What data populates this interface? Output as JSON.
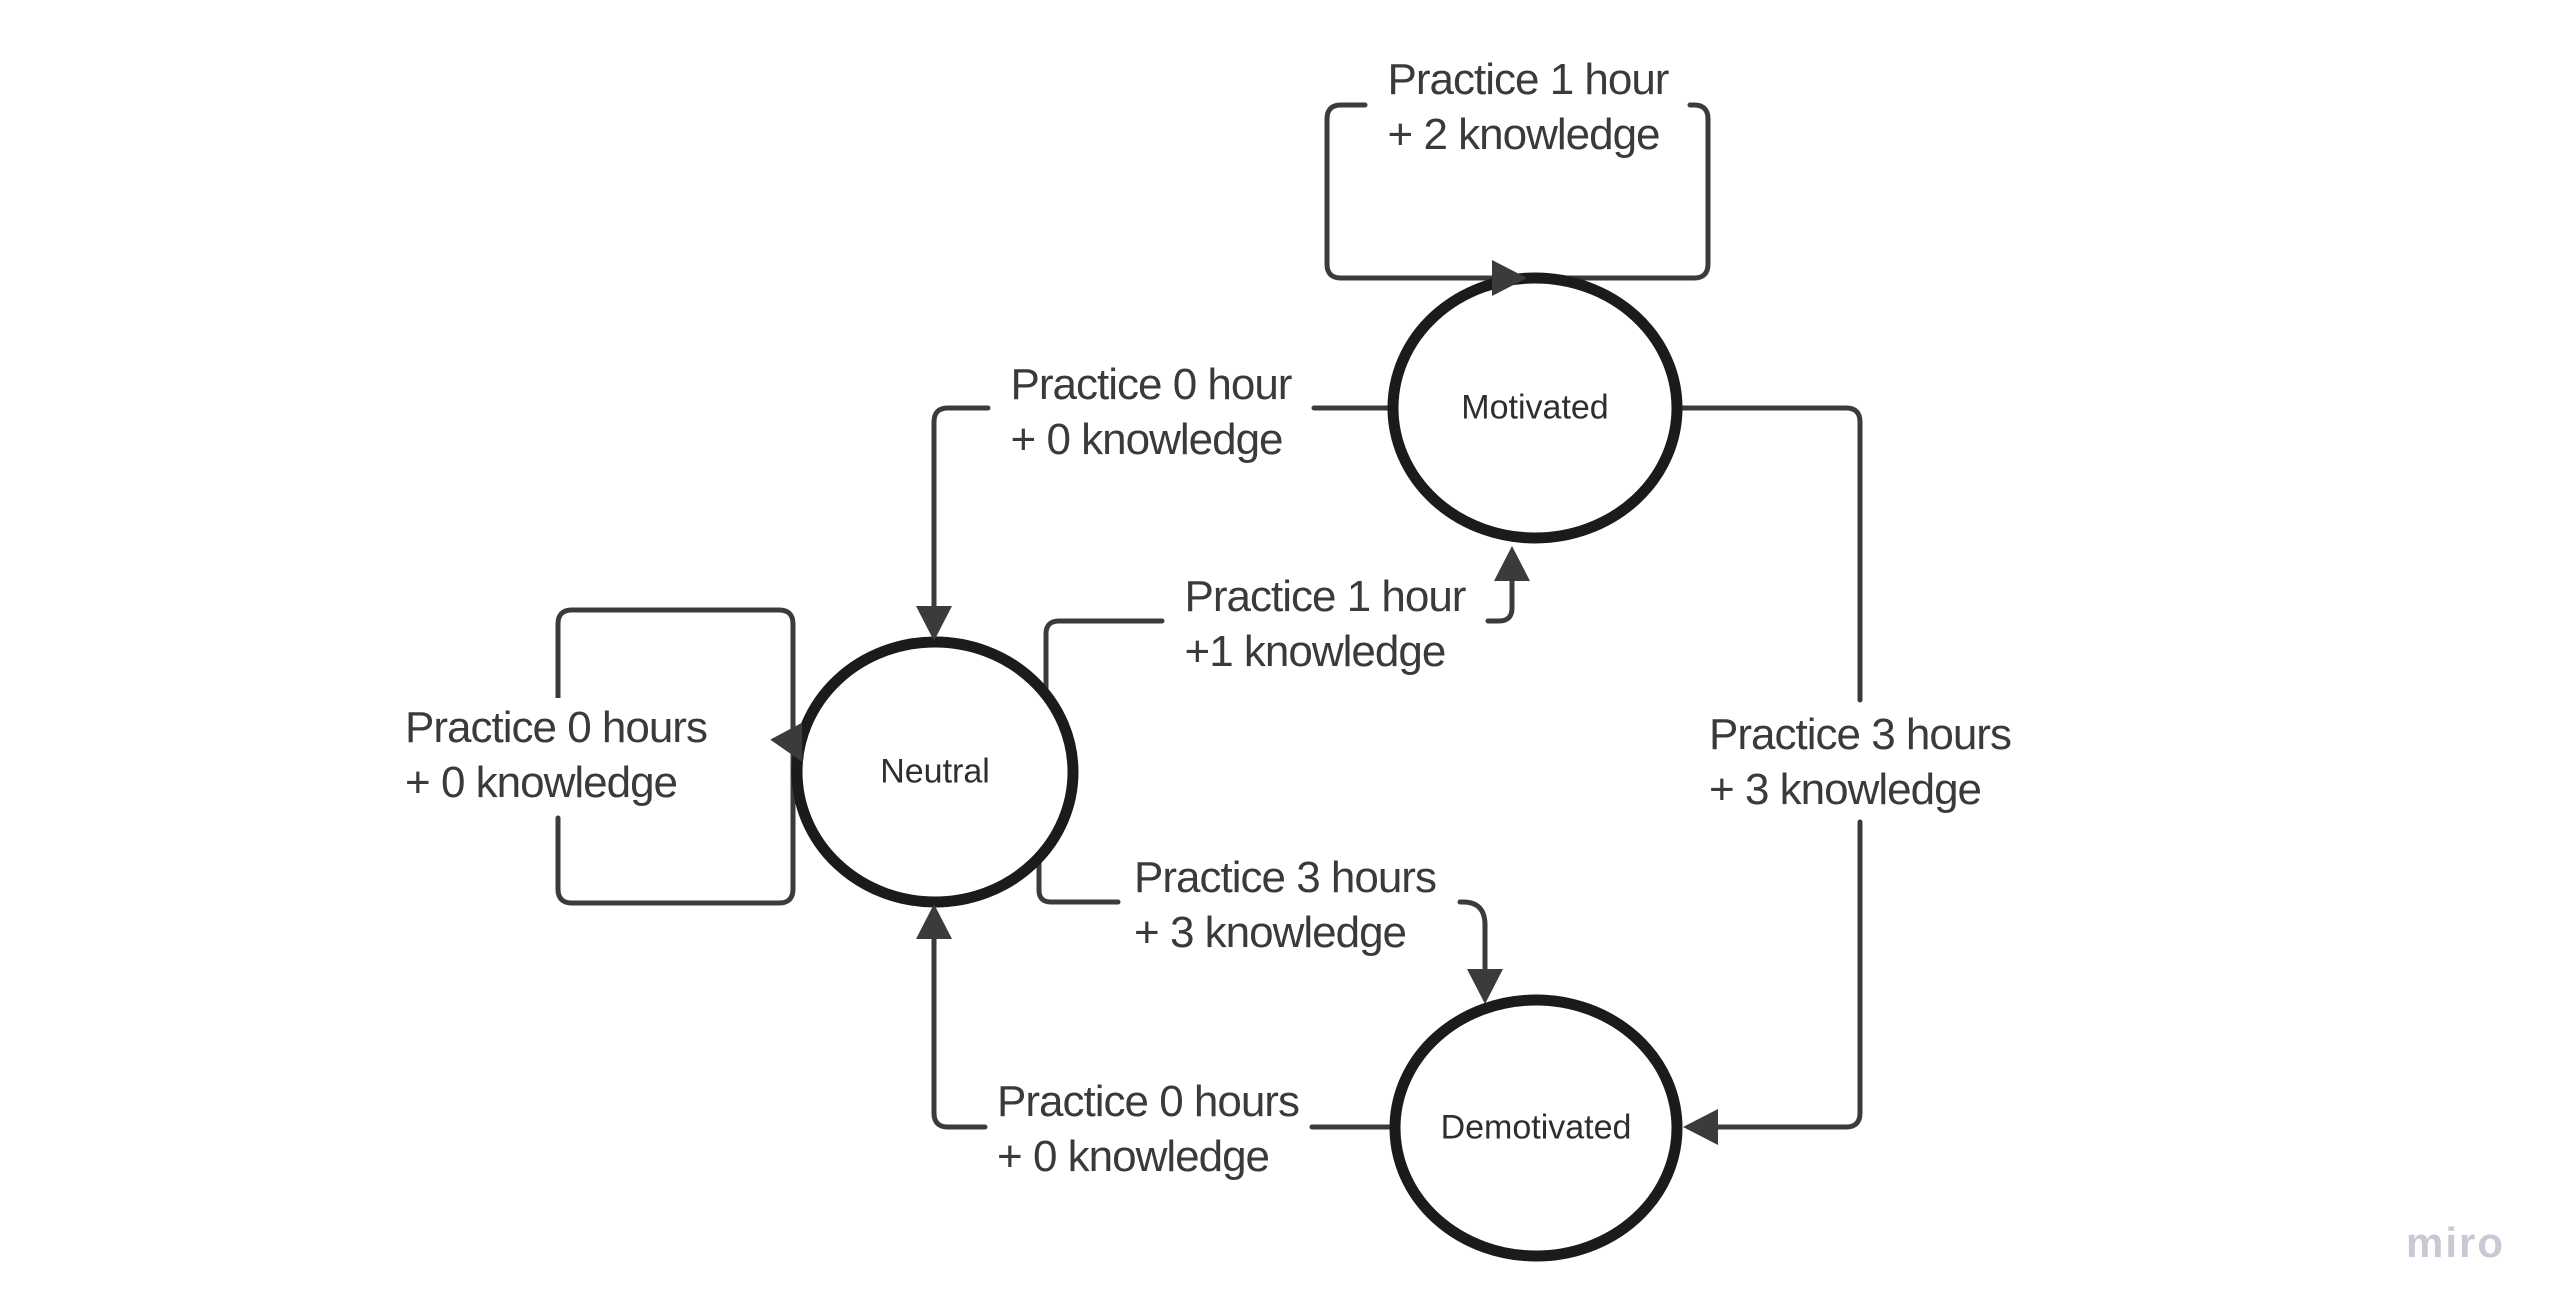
{
  "board": {
    "watermark": "miro"
  },
  "colors": {
    "background": "#ffffff",
    "connector": "#3b3b3b",
    "node_stroke": "#1b1b1b",
    "node_fill": "#ffffff",
    "arrowhead": "#3b3b3b",
    "label_text": "#3a3a3a",
    "watermark_text": "#c7c9d4"
  },
  "states": [
    {
      "name": "Motivated"
    },
    {
      "name": "Neutral"
    },
    {
      "name": "Demotivated"
    }
  ],
  "transitions": [
    {
      "from": "Motivated",
      "to": "Motivated",
      "line1": "Practice 1 hour",
      "line2": "+ 2 knowledge"
    },
    {
      "from": "Motivated",
      "to": "Neutral",
      "line1": "Practice 0 hour",
      "line2": "+ 0 knowledge"
    },
    {
      "from": "Neutral",
      "to": "Motivated",
      "line1": "Practice 1 hour",
      "line2": "+1 knowledge"
    },
    {
      "from": "Neutral",
      "to": "Neutral",
      "line1": "Practice 0 hours",
      "line2": "+ 0 knowledge"
    },
    {
      "from": "Motivated",
      "to": "Demotivated",
      "line1": "Practice 3 hours",
      "line2": "+ 3 knowledge"
    },
    {
      "from": "Neutral",
      "to": "Demotivated",
      "line1": "Practice 3 hours",
      "line2": "+ 3 knowledge"
    },
    {
      "from": "Demotivated",
      "to": "Neutral",
      "line1": "Practice 0 hours",
      "line2": "+ 0 knowledge"
    }
  ]
}
